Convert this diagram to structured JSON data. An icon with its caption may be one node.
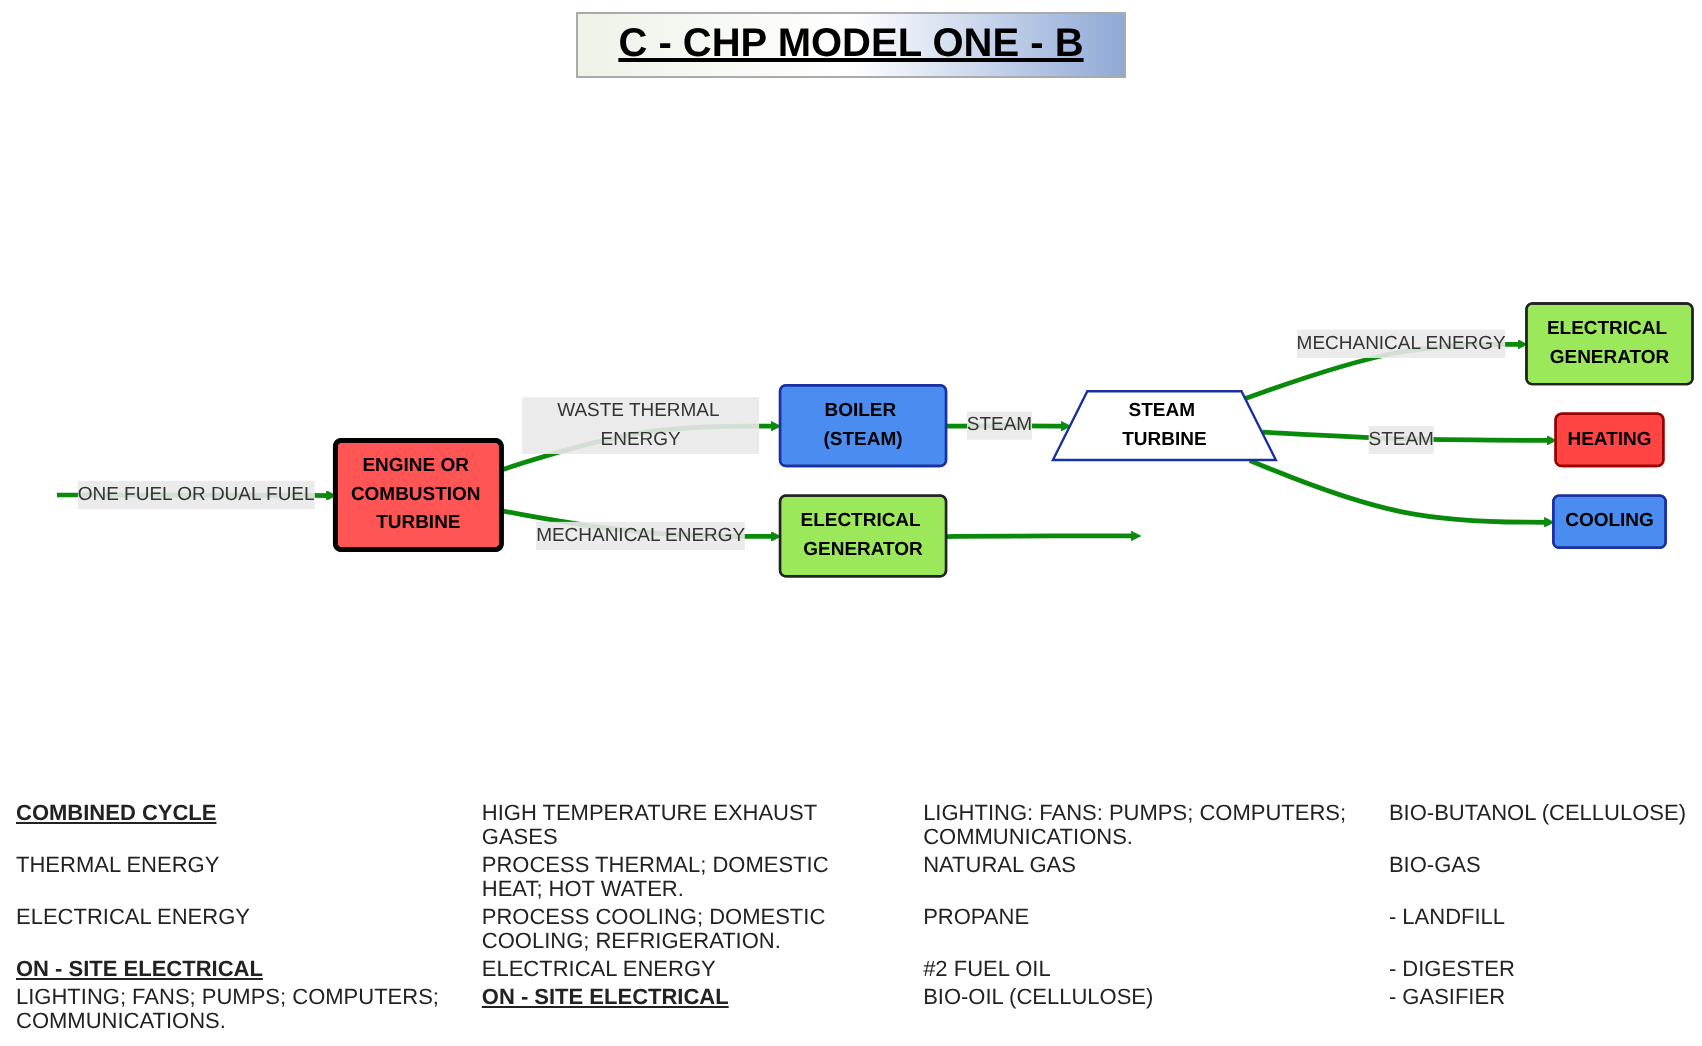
{
  "diagram": {
    "title": "C - CHP MODEL ONE - B",
    "nodes": [
      {
        "text": [
          "ENGINE OR COMBUSTION TURBINE"
        ]
      },
      {
        "text": [
          "BOILER (STEAM)"
        ]
      },
      {
        "text": [
          "STEAM TURBINE"
        ]
      },
      {
        "text": [
          "ELECTRICAL GENERATOR"
        ]
      },
      {
        "text": [
          "HEATING"
        ]
      },
      {
        "text": [
          "COOLING"
        ]
      },
      {
        "text": [
          "ELECTRICAL GENERATOR"
        ]
      }
    ],
    "edges": [
      {
        "from": null,
        "to": 0,
        "arrow": "to",
        "label": "ONE FUEL OR DUAL FUEL"
      },
      {
        "from": 0,
        "to": 1,
        "arrow": "to",
        "label": "WASTE THERMAL ENERGY"
      },
      {
        "from": 1,
        "to": 2,
        "arrow": "to",
        "label": "STEAM"
      },
      {
        "from": 2,
        "to": 3,
        "arrow": "to",
        "label": "MECHANICAL ENERGY"
      },
      {
        "from": 2,
        "to": 4,
        "arrow": "to",
        "label": "STEAM"
      },
      {
        "from": 2,
        "to": 5,
        "arrow": "to"
      },
      {
        "from": 0,
        "to": 6,
        "arrow": "to",
        "label": "MECHANICAL ENERGY"
      },
      {
        "from": 6,
        "to": null,
        "arrow": "to"
      }
    ],
    "labels": [
      "COMBINED CYCLE",
      "THERMAL ENERGY",
      "ELECTRICAL ENERGY",
      "ON - SITE ELECTRICAL",
      "LIGHTING; FANS; PUMPS; COMPUTERS; COMMUNICATIONS.",
      "HIGH TEMPERATURE EXHAUST GASES",
      "PROCESS THERMAL; DOMESTIC HEAT; HOT WATER.",
      "PROCESS COOLING; DOMESTIC COOLING; REFRIGERATION.",
      "ELECTRICAL ENERGY",
      "ON - SITE ELECTRICAL",
      "LIGHTING: FANS: PUMPS; COMPUTERS; COMMUNICATIONS.",
      "NATURAL GAS",
      "PROPANE",
      "#2 FUEL OIL",
      "BIO-OIL (CELLULOSE)",
      "BIO-BUTANOL (CELLULOSE)",
      "BIO-GAS",
      "- LANDFILL",
      "- DIGESTER",
      "- GASIFIER"
    ]
  }
}
